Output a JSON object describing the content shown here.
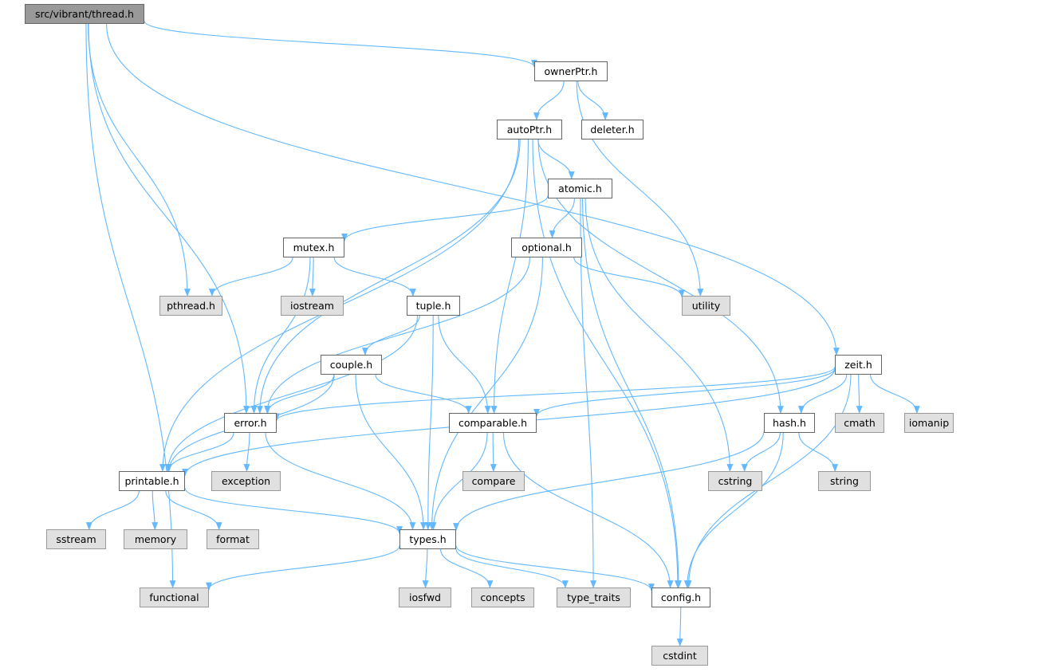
{
  "graph": {
    "edge_color": "#63b8ff",
    "nodes": [
      {
        "id": "thread",
        "label": "src/vibrant/thread.h",
        "kind": "root"
      },
      {
        "id": "ownerPtr",
        "label": "ownerPtr.h",
        "kind": "file"
      },
      {
        "id": "autoPtr",
        "label": "autoPtr.h",
        "kind": "file"
      },
      {
        "id": "deleter",
        "label": "deleter.h",
        "kind": "file"
      },
      {
        "id": "atomic",
        "label": "atomic.h",
        "kind": "file"
      },
      {
        "id": "mutex",
        "label": "mutex.h",
        "kind": "file"
      },
      {
        "id": "optional",
        "label": "optional.h",
        "kind": "file"
      },
      {
        "id": "pthread",
        "label": "pthread.h",
        "kind": "external"
      },
      {
        "id": "iostream",
        "label": "iostream",
        "kind": "external"
      },
      {
        "id": "tuple",
        "label": "tuple.h",
        "kind": "file"
      },
      {
        "id": "utility",
        "label": "utility",
        "kind": "external"
      },
      {
        "id": "couple",
        "label": "couple.h",
        "kind": "file"
      },
      {
        "id": "zeit",
        "label": "zeit.h",
        "kind": "file"
      },
      {
        "id": "error",
        "label": "error.h",
        "kind": "file"
      },
      {
        "id": "comparable",
        "label": "comparable.h",
        "kind": "file"
      },
      {
        "id": "hash",
        "label": "hash.h",
        "kind": "file"
      },
      {
        "id": "cmath",
        "label": "cmath",
        "kind": "external"
      },
      {
        "id": "iomanip",
        "label": "iomanip",
        "kind": "external"
      },
      {
        "id": "printable",
        "label": "printable.h",
        "kind": "file"
      },
      {
        "id": "exception",
        "label": "exception",
        "kind": "external"
      },
      {
        "id": "compare",
        "label": "compare",
        "kind": "external"
      },
      {
        "id": "cstring",
        "label": "cstring",
        "kind": "external"
      },
      {
        "id": "string",
        "label": "string",
        "kind": "external"
      },
      {
        "id": "sstream",
        "label": "sstream",
        "kind": "external"
      },
      {
        "id": "memory",
        "label": "memory",
        "kind": "external"
      },
      {
        "id": "format",
        "label": "format",
        "kind": "external"
      },
      {
        "id": "types",
        "label": "types.h",
        "kind": "file"
      },
      {
        "id": "functional",
        "label": "functional",
        "kind": "external"
      },
      {
        "id": "iosfwd",
        "label": "iosfwd",
        "kind": "external"
      },
      {
        "id": "concepts",
        "label": "concepts",
        "kind": "external"
      },
      {
        "id": "type_traits",
        "label": "type_traits",
        "kind": "external"
      },
      {
        "id": "config",
        "label": "config.h",
        "kind": "file"
      },
      {
        "id": "cstdint",
        "label": "cstdint",
        "kind": "external"
      }
    ],
    "edges": [
      [
        "thread",
        "ownerPtr"
      ],
      [
        "thread",
        "zeit"
      ],
      [
        "thread",
        "pthread"
      ],
      [
        "thread",
        "error"
      ],
      [
        "thread",
        "functional"
      ],
      [
        "ownerPtr",
        "autoPtr"
      ],
      [
        "ownerPtr",
        "deleter"
      ],
      [
        "ownerPtr",
        "utility"
      ],
      [
        "autoPtr",
        "atomic"
      ],
      [
        "autoPtr",
        "comparable"
      ],
      [
        "autoPtr",
        "hash"
      ],
      [
        "autoPtr",
        "config"
      ],
      [
        "autoPtr",
        "printable"
      ],
      [
        "autoPtr",
        "error"
      ],
      [
        "atomic",
        "mutex"
      ],
      [
        "atomic",
        "optional"
      ],
      [
        "atomic",
        "type_traits"
      ],
      [
        "atomic",
        "cstring"
      ],
      [
        "atomic",
        "config"
      ],
      [
        "mutex",
        "pthread"
      ],
      [
        "mutex",
        "iostream"
      ],
      [
        "mutex",
        "tuple"
      ],
      [
        "mutex",
        "error"
      ],
      [
        "optional",
        "utility"
      ],
      [
        "optional",
        "error"
      ],
      [
        "optional",
        "types"
      ],
      [
        "tuple",
        "couple"
      ],
      [
        "tuple",
        "printable"
      ],
      [
        "tuple",
        "types"
      ],
      [
        "tuple",
        "comparable"
      ],
      [
        "couple",
        "error"
      ],
      [
        "couple",
        "printable"
      ],
      [
        "couple",
        "types"
      ],
      [
        "couple",
        "comparable"
      ],
      [
        "zeit",
        "error"
      ],
      [
        "zeit",
        "comparable"
      ],
      [
        "zeit",
        "printable"
      ],
      [
        "zeit",
        "hash"
      ],
      [
        "zeit",
        "cmath"
      ],
      [
        "zeit",
        "iomanip"
      ],
      [
        "zeit",
        "config"
      ],
      [
        "error",
        "printable"
      ],
      [
        "error",
        "exception"
      ],
      [
        "error",
        "types"
      ],
      [
        "comparable",
        "compare"
      ],
      [
        "comparable",
        "types"
      ],
      [
        "comparable",
        "config"
      ],
      [
        "hash",
        "cstring"
      ],
      [
        "hash",
        "string"
      ],
      [
        "hash",
        "types"
      ],
      [
        "hash",
        "config"
      ],
      [
        "printable",
        "sstream"
      ],
      [
        "printable",
        "memory"
      ],
      [
        "printable",
        "format"
      ],
      [
        "printable",
        "types"
      ],
      [
        "types",
        "functional"
      ],
      [
        "types",
        "iosfwd"
      ],
      [
        "types",
        "concepts"
      ],
      [
        "types",
        "type_traits"
      ],
      [
        "types",
        "config"
      ],
      [
        "config",
        "cstdint"
      ]
    ]
  }
}
